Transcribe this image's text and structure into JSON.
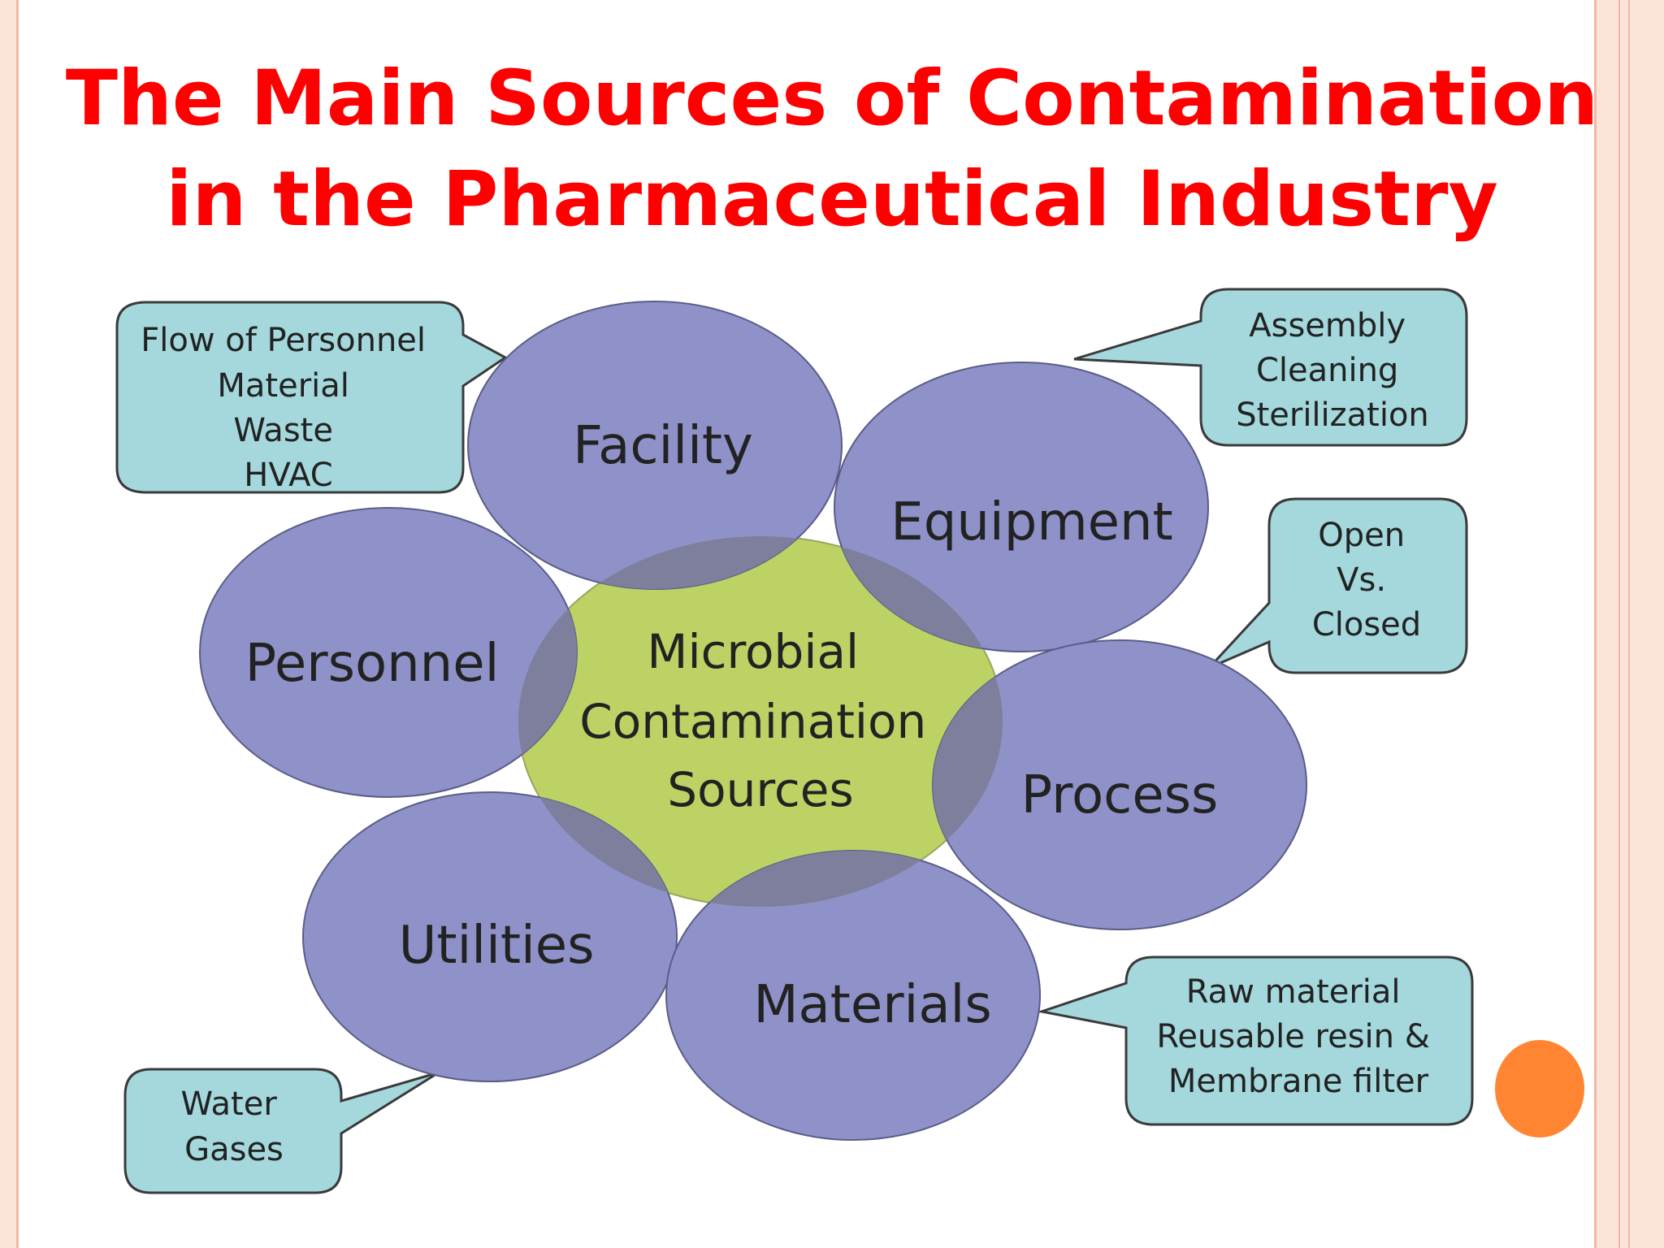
{
  "title": {
    "line1": "The Main Sources of Contamination",
    "line2": "in the Pharmaceutical Industry"
  },
  "diagram": {
    "center": {
      "lines": [
        "Microbial",
        "Contamination",
        "Sources"
      ]
    },
    "circles": {
      "facility": "Facility",
      "equipment": "Equipment",
      "personnel": "Personnel",
      "process": "Process",
      "utilities": "Utilities",
      "materials": "Materials"
    },
    "callouts": {
      "facility": [
        "Flow of Personnel",
        "Material",
        "Waste",
        "HVAC"
      ],
      "equipment": [
        "Assembly",
        "Cleaning",
        "Sterilization"
      ],
      "process": [
        "Open",
        "Vs.",
        "Closed"
      ],
      "utilities": [
        "Water",
        "Gases"
      ],
      "materials": [
        "Raw material",
        "Reusable resin &",
        "Membrane filter"
      ]
    }
  },
  "colors": {
    "title": "#ff0000",
    "circle_fill": "#8f92c8",
    "center_fill": "#bdd264",
    "overlap_fill": "#7d7f9c",
    "callout_fill": "#a4d8dc",
    "frame_border": "#f3b8a4",
    "accent_dot": "#ff8533"
  }
}
